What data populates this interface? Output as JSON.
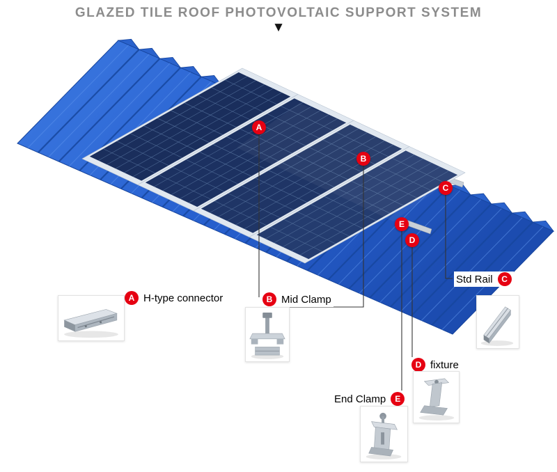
{
  "title": "GLAZED TILE ROOF PHOTOVOLTAIC SUPPORT SYSTEM",
  "pointer_icon": "▼",
  "components": [
    {
      "id": "A",
      "label": "H-type connector"
    },
    {
      "id": "B",
      "label": "Mid Clamp"
    },
    {
      "id": "C",
      "label": "Std Rail"
    },
    {
      "id": "D",
      "label": "fixture"
    },
    {
      "id": "E",
      "label": "End Clamp"
    }
  ],
  "colors": {
    "roof_blue_light": "#3d7ae2",
    "roof_blue_dark": "#1c4cb0",
    "roof_ridge_dark": "#17479f",
    "roof_ridge_light": "#6096ee",
    "roof_tooth": "#2a62cc",
    "panel_frame": "#e1e8f0",
    "panel_grid": "#57749f",
    "panel_shades": [
      "#1a2e5c",
      "#1c3161",
      "#1f3566",
      "#243c6f"
    ],
    "marker_red": "#e60012",
    "leader_line": "#333333",
    "title_gray": "#8c8c8c"
  }
}
